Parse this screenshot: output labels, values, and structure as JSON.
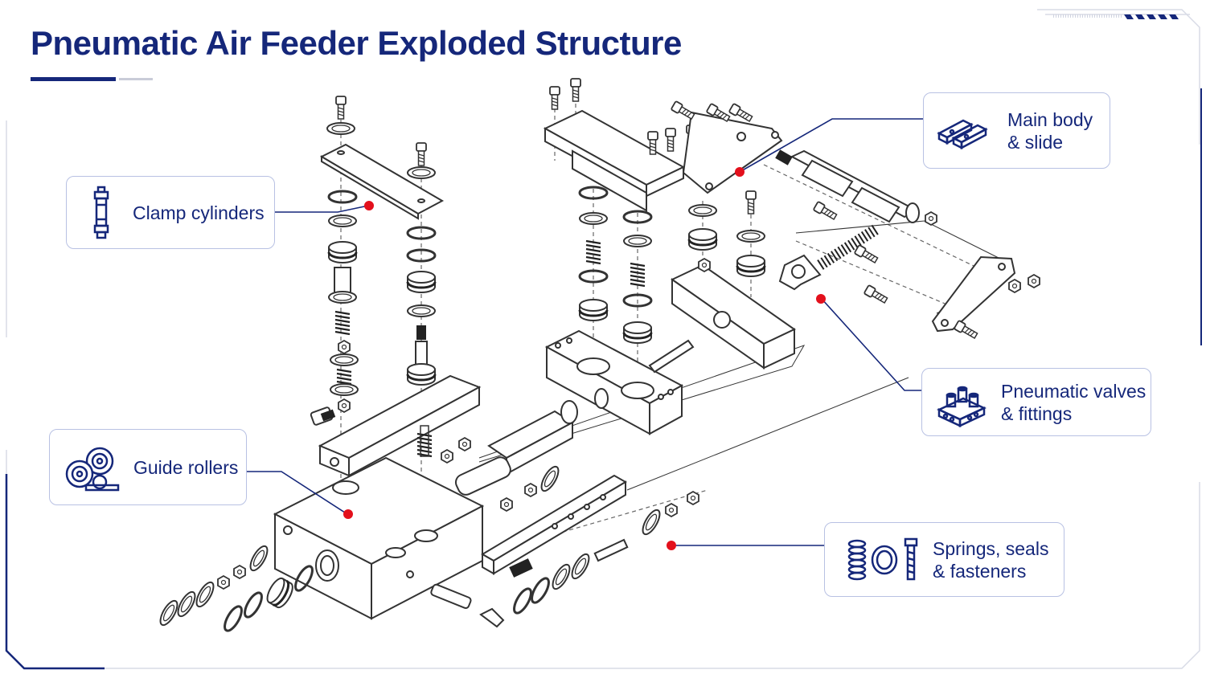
{
  "title": "Pneumatic Air Feeder Exploded Structure",
  "colors": {
    "accent": "#15277a",
    "marker": "#e3101c",
    "outline": "#3a3a3a",
    "callout_border": "#b8c1e3"
  },
  "callouts": [
    {
      "id": "clamp",
      "label": "Clamp cylinders",
      "icon": "cylinder-icon"
    },
    {
      "id": "main",
      "label": "Main body\n& slide",
      "icon": "slide-block-icon"
    },
    {
      "id": "guide",
      "label": "Guide rollers",
      "icon": "rollers-icon"
    },
    {
      "id": "valves",
      "label": "Pneumatic valves\n& fittings",
      "icon": "valve-manifold-icon"
    },
    {
      "id": "springs",
      "label": "Springs, seals\n& fasteners",
      "icon": "spring-seal-bolt-icon"
    }
  ]
}
